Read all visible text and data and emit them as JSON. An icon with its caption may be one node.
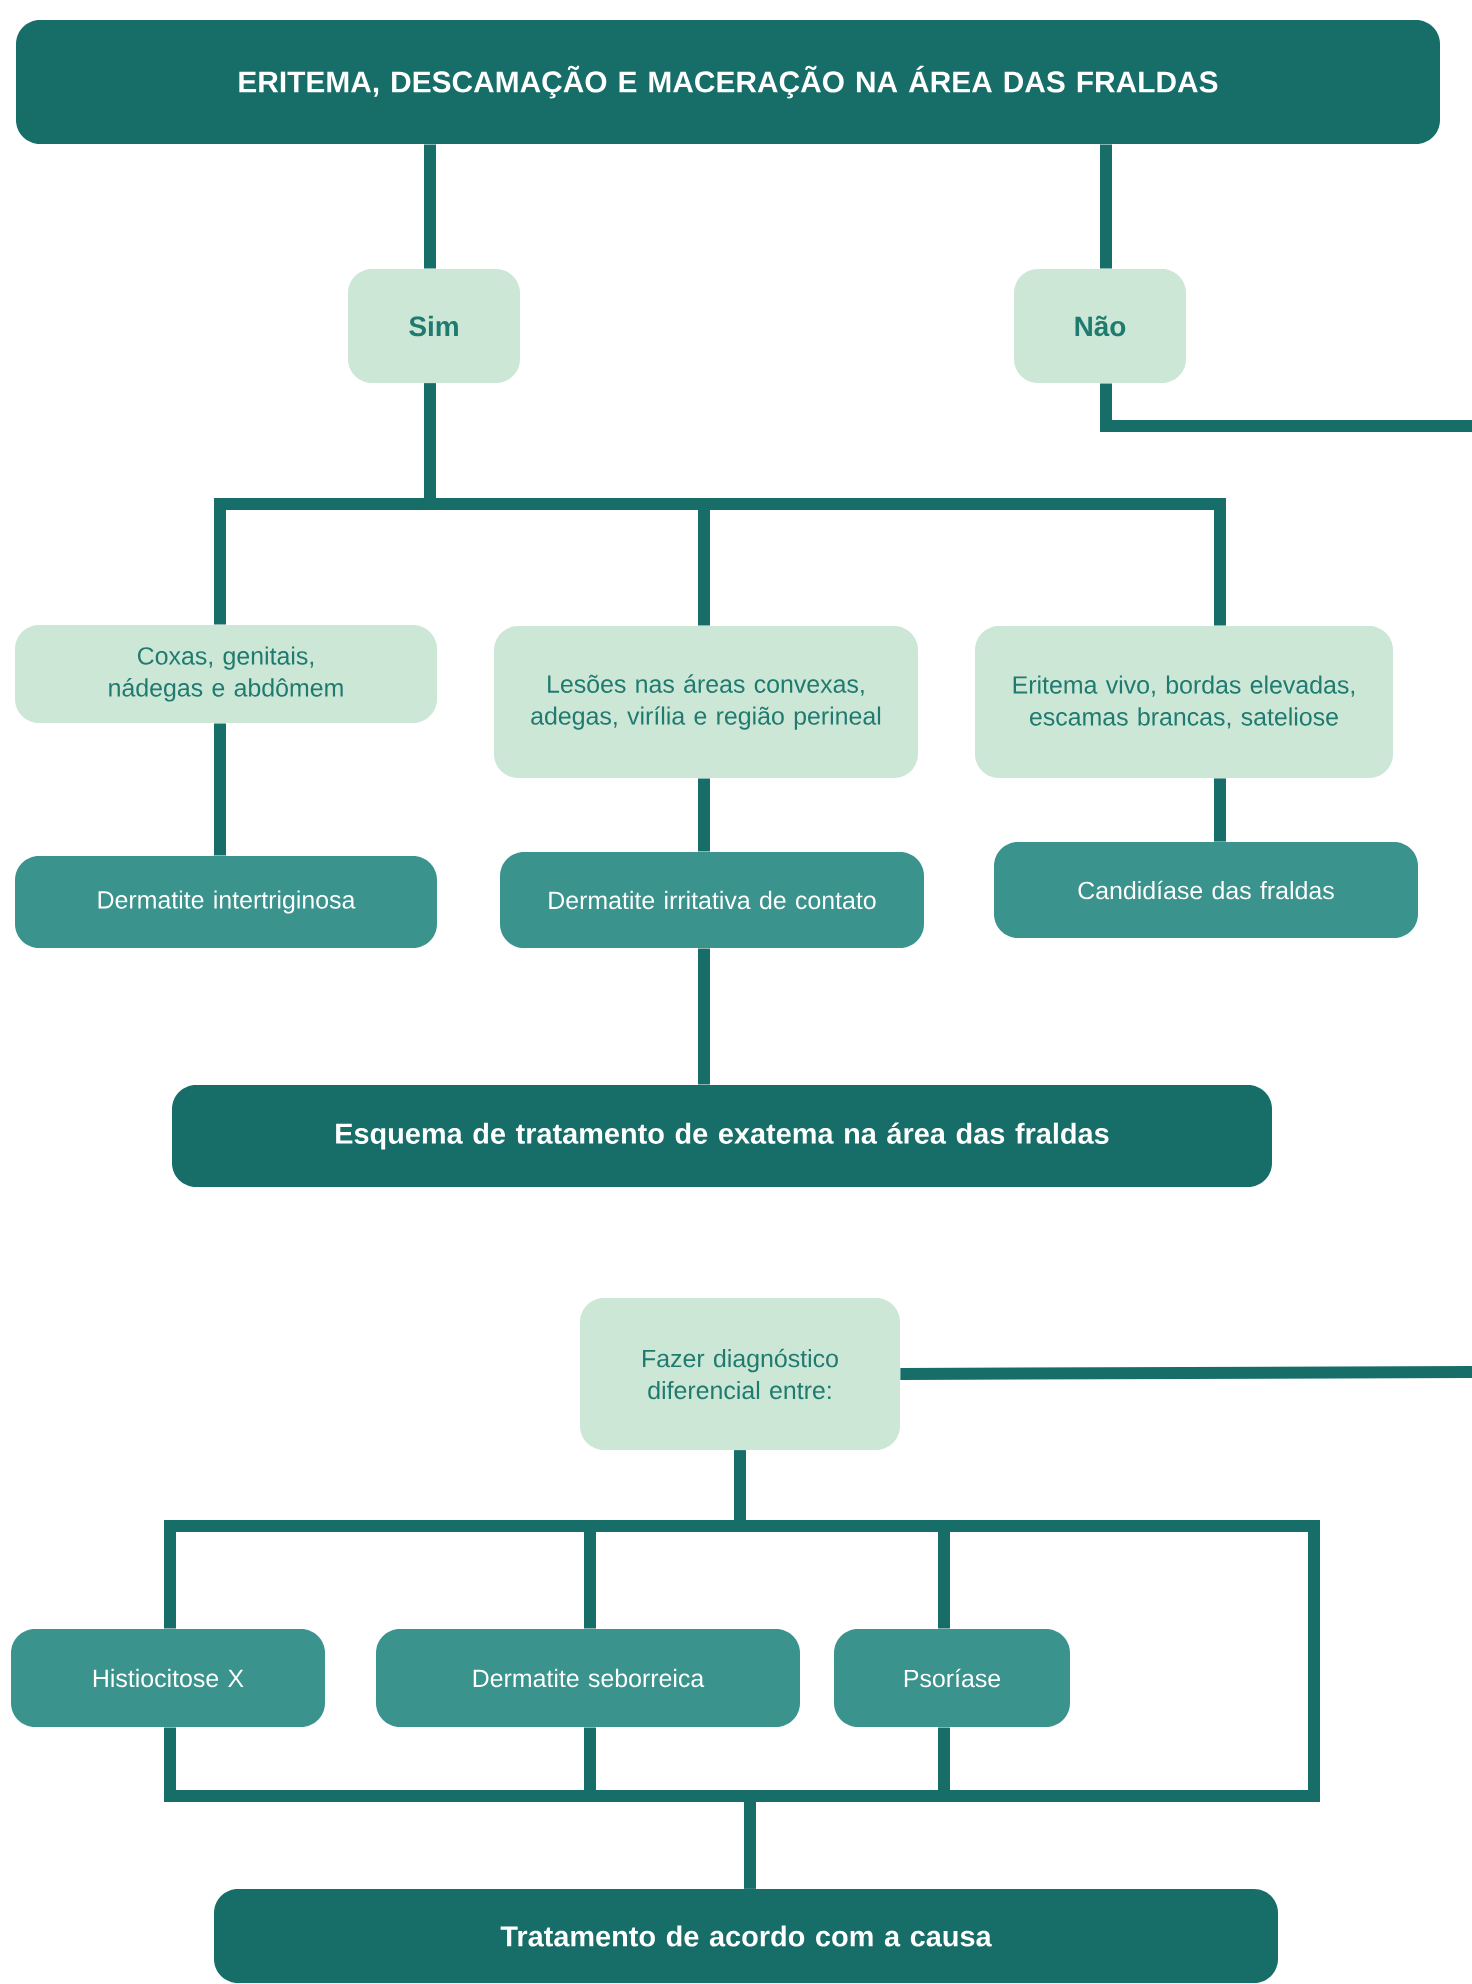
{
  "diagram": {
    "nodes": [
      {
        "text": [
          "ERITEMA, DESCAMAÇÃO E MACERAÇÃO NA ÁREA DAS FRALDAS"
        ]
      },
      {
        "text": [
          "Sim"
        ]
      },
      {
        "text": [
          "Não"
        ]
      },
      {
        "text": [
          "Coxas, genitais, nádegas e abdômem"
        ]
      },
      {
        "text": [
          "Lesões nas áreas convexas, adegas, virília e região perineal"
        ]
      },
      {
        "text": [
          "Eritema vivo, bordas elevadas, escamas brancas, sateliose"
        ]
      },
      {
        "text": [
          "Dermatite intertriginosa"
        ]
      },
      {
        "text": [
          "Dermatite irritativa de contato"
        ]
      },
      {
        "text": [
          "Candidíase das fraldas"
        ]
      },
      {
        "text": [
          "Esquema de tratamento de exatema na área das fraldas"
        ]
      },
      {
        "text": [
          "Fazer diagnóstico diferencial entre:"
        ]
      },
      {
        "text": [
          "Histiocitose X"
        ]
      },
      {
        "text": [
          "Dermatite seborreica"
        ]
      },
      {
        "text": [
          "Psoríase"
        ]
      },
      {
        "text": [
          "Tratamento de acordo com a causa"
        ]
      }
    ],
    "edges": [
      {
        "from": 0,
        "to": 1,
        "arrow": "none"
      },
      {
        "from": 0,
        "to": 2,
        "arrow": "none"
      },
      {
        "from": 1,
        "to": 3,
        "arrow": "none"
      },
      {
        "from": 1,
        "to": 4,
        "arrow": "none"
      },
      {
        "from": 1,
        "to": 5,
        "arrow": "none"
      },
      {
        "from": 2,
        "to": null,
        "arrow": "none"
      },
      {
        "from": 3,
        "to": 6,
        "arrow": "none"
      },
      {
        "from": 4,
        "to": 7,
        "arrow": "none"
      },
      {
        "from": 5,
        "to": 8,
        "arrow": "none"
      },
      {
        "from": 7,
        "to": 9,
        "arrow": "none"
      },
      {
        "from": null,
        "to": 10,
        "arrow": "none"
      },
      {
        "from": 10,
        "to": 11,
        "arrow": "none"
      },
      {
        "from": 10,
        "to": 12,
        "arrow": "none"
      },
      {
        "from": 10,
        "to": 13,
        "arrow": "none"
      },
      {
        "from": 11,
        "to": 14,
        "arrow": "none"
      },
      {
        "from": 12,
        "to": 14,
        "arrow": "none"
      },
      {
        "from": 13,
        "to": 14,
        "arrow": "none"
      }
    ]
  }
}
